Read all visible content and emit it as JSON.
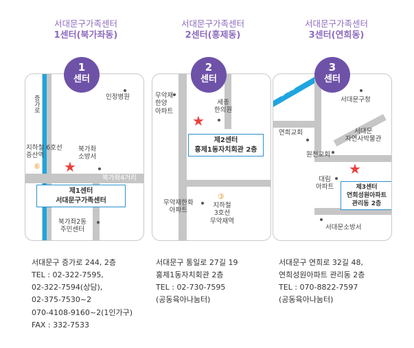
{
  "centers": [
    {
      "title": "서대문구가족센터",
      "subtitle": "1센터(북가좌동)",
      "badge_number": "1",
      "badge_label": "센터",
      "map": {
        "road_vertical_label": "증가로",
        "hospital": "인정병원",
        "station": "지하철 6호선\n증산역",
        "station_line": "⑥",
        "fire_station": "북가좌\n소방서",
        "crossroad": "북가좌4거리",
        "box": "제1센터\n서대문구가족센터",
        "community_center": "북가좌2동\n주민센터"
      },
      "info": [
        "서대문구 증가로 244, 2층",
        "TEL : 02-322-7595,",
        "02-322-7594(상담),",
        "02-375-7530~2",
        "070-4108-9160~2(1인가구)",
        "FAX : 332-7533"
      ]
    },
    {
      "title": "서대문구가족센터",
      "subtitle": "2센터(홍제동)",
      "badge_number": "2",
      "badge_label": "센터",
      "map": {
        "apt1": "무악재\n한양\n아파트",
        "clinic": "세종\n한의원",
        "box": "제2센터\n홍제1동자치회관 2층",
        "apt2": "무악재한화\n아파트",
        "station": "지하철\n3호선\n무악재역",
        "station_line": "③"
      },
      "info": [
        "서대문구 통일로 27길 19",
        "홍제1동자치회관 2층",
        "TEL : 02-730-7595",
        "(공동육아나눔터)"
      ]
    },
    {
      "title": "서대문구가족센터",
      "subtitle": "3센터(연희동)",
      "badge_number": "3",
      "badge_label": "센터",
      "map": {
        "stream": "홍제천",
        "office": "서대문구청",
        "church1": "연희교회",
        "museum": "서대문\n자연사박물관",
        "church2": "원천교회",
        "apt": "대림\n아파트",
        "box": "제3센터\n연희성원아파트\n관리동 2층",
        "fire_station": "서대문소방서"
      },
      "info": [
        "서대문구 연희로 32길 48,",
        "연희성원아파트 관리동 2층",
        "TEL : 070-8822-7597",
        "(공동육아나눔터)"
      ]
    }
  ],
  "colors": {
    "title": "#8d6cbe",
    "badge": "#6e52a8",
    "star": "#e8423d",
    "box_border": "#2a90cf",
    "road": "#c6c6c6",
    "line_blue": "#1ea5e0"
  }
}
